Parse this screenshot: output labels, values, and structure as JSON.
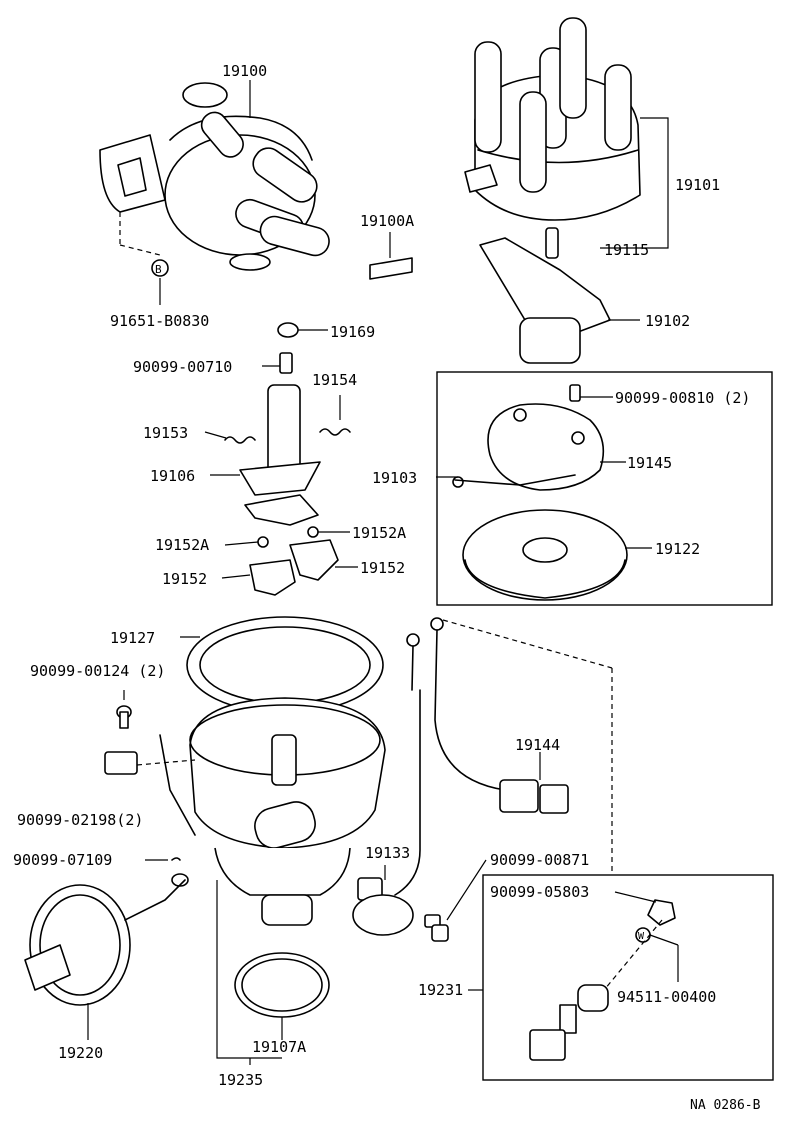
{
  "diagram": {
    "drawing_code": "NA 0286-B",
    "labels": {
      "p19100": "19100",
      "p19101": "19101",
      "p19100A": "19100A",
      "p19115": "19115",
      "p19102": "19102",
      "p91651": "91651-B0830",
      "p19169": "19169",
      "p90099_00710": "90099-00710",
      "p19154": "19154",
      "p19153": "19153",
      "p19106": "19106",
      "p90099_00810": "90099-00810 (2)",
      "p19103": "19103",
      "p19145": "19145",
      "p19152A_r": "19152A",
      "p19152A_l": "19152A",
      "p19122": "19122",
      "p19152_l": "19152",
      "p19152_r": "19152",
      "p19127": "19127",
      "p90099_00124": "90099-00124 (2)",
      "p19144": "19144",
      "p90099_02198": "90099-02198(2)",
      "p90099_07109": "90099-07109",
      "p19133": "19133",
      "p90099_00871": "90099-00871",
      "p90099_05803": "90099-05803",
      "p19231": "19231",
      "p94511": "94511-00400",
      "p19220": "19220",
      "p19107A": "19107A",
      "p19235": "19235"
    },
    "callout_b": "B",
    "callout_w": "W"
  }
}
